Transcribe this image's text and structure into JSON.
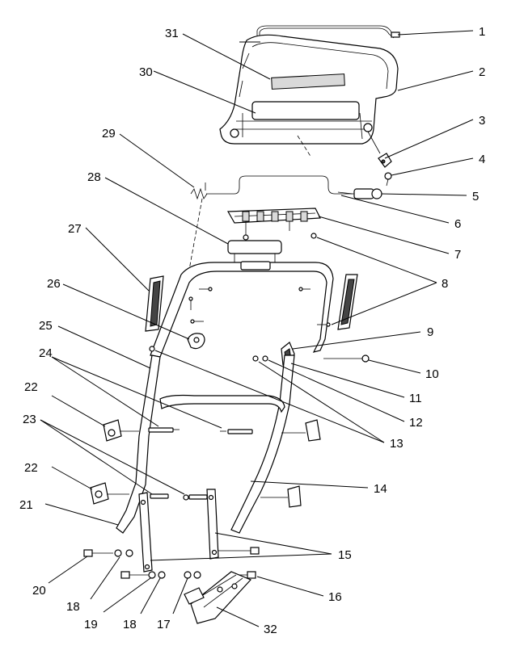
{
  "diagram": {
    "callouts": [
      "1",
      "2",
      "3",
      "4",
      "5",
      "6",
      "7",
      "8",
      "9",
      "10",
      "11",
      "12",
      "13",
      "14",
      "15",
      "16",
      "17",
      "18",
      "19",
      "20",
      "21",
      "22",
      "23",
      "24",
      "25",
      "26",
      "27",
      "28",
      "29",
      "30",
      "31",
      "32"
    ]
  }
}
